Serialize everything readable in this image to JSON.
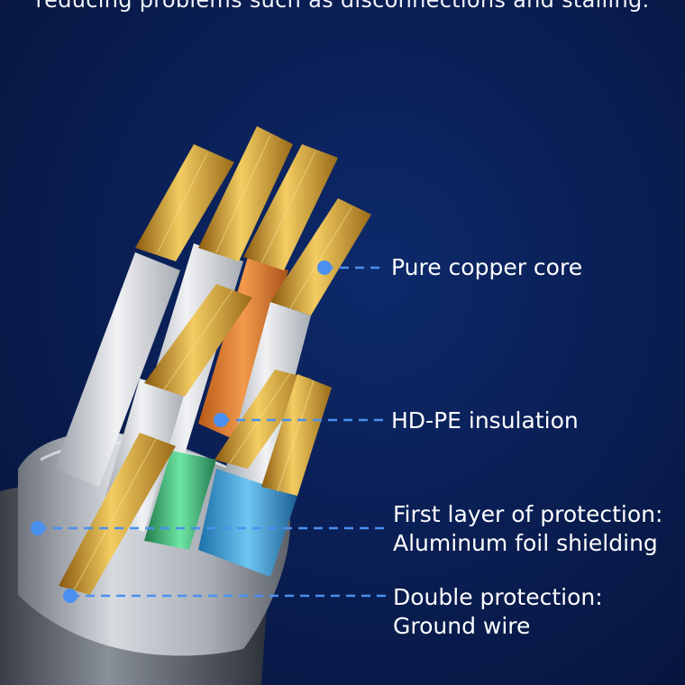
{
  "header": {
    "caption": "reducing problems such as disconnections and stalling."
  },
  "callouts": [
    {
      "lines": [
        "Pure copper core"
      ]
    },
    {
      "lines": [
        "HD-PE insulation"
      ]
    },
    {
      "lines": [
        "First layer of protection:",
        "Aluminum foil shielding"
      ]
    },
    {
      "lines": [
        "Double protection:",
        "Ground wire"
      ]
    }
  ],
  "colors": {
    "background": "#0a1f55",
    "copper": "#d9a531",
    "pointer": "#4a90f0",
    "shield": "#b9bec6"
  }
}
